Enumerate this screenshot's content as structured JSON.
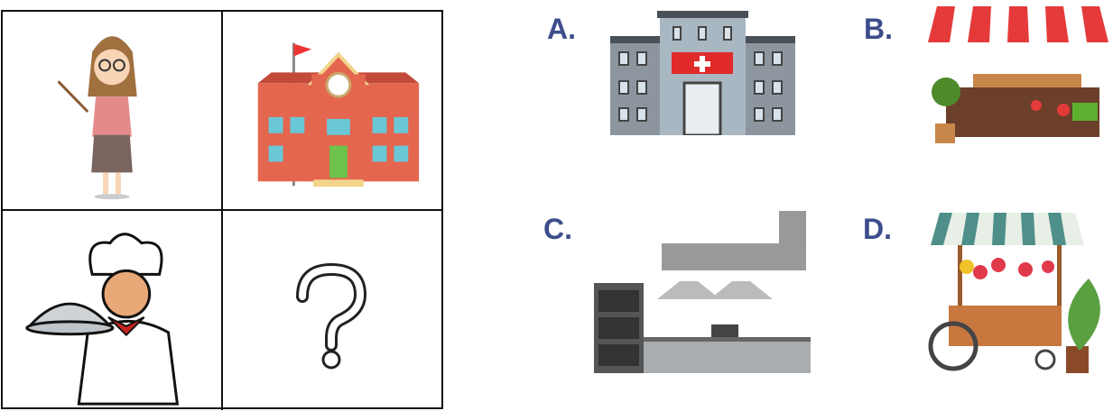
{
  "grid": {
    "cells": [
      {
        "icon": "teacher-icon"
      },
      {
        "icon": "school-icon"
      },
      {
        "icon": "chef-icon"
      },
      {
        "icon": "question-mark-icon",
        "text": "?"
      }
    ]
  },
  "options": [
    {
      "label": "A.",
      "icon": "hospital-icon"
    },
    {
      "label": "B.",
      "icon": "market-stall-icon"
    },
    {
      "label": "C.",
      "icon": "kitchen-icon"
    },
    {
      "label": "D.",
      "icon": "flower-cart-icon"
    }
  ],
  "colors": {
    "label": "#3d4d8c",
    "border": "#111111"
  }
}
